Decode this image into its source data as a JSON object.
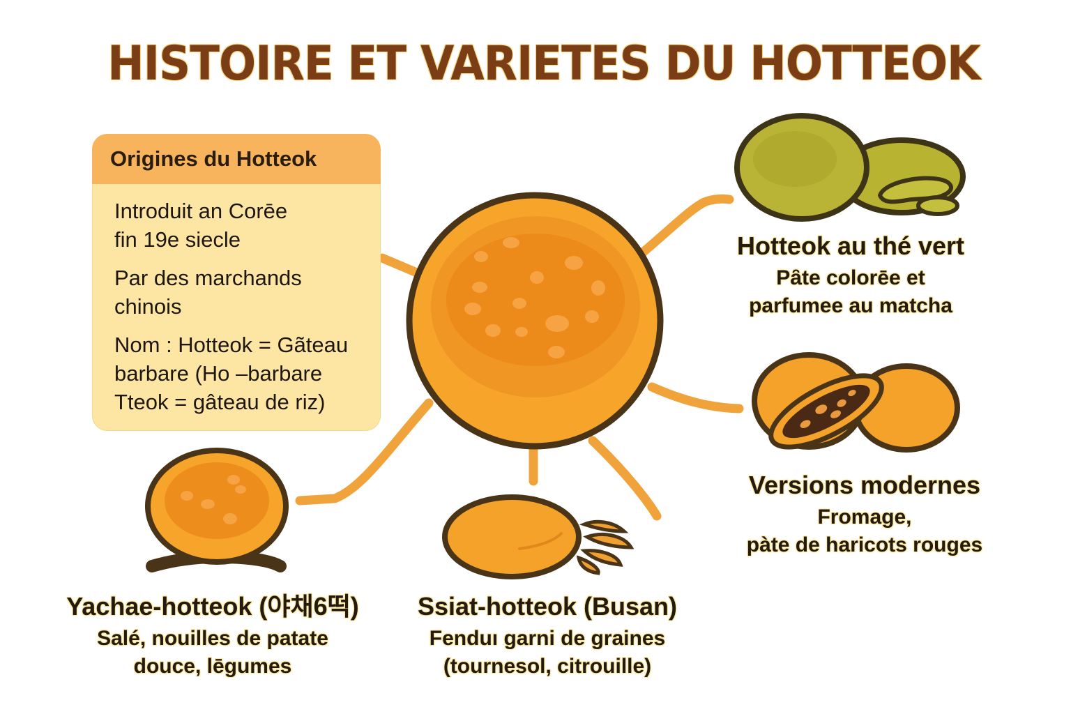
{
  "title": "HISTOIRE ET VARIETES DU HOTTEOK",
  "colors": {
    "title_brown": "#7a3d16",
    "connector_orange": "#f0a33a",
    "pancake_orange": "#f5a22a",
    "outline_brown": "#4a3417",
    "green_tea": "#b6b234",
    "box_header": "#f7b45c",
    "box_body": "#fde6a4"
  },
  "origins": {
    "heading": "Origines du Hotteok",
    "items": [
      "Introduit an Corēe\nfin 19e siecle",
      "Par des marchands\nchinois",
      "Nom : Hotteok = Gãteau\nbarbare (Ho –barbare\nTteok = gâteau de riz)"
    ]
  },
  "varieties": [
    {
      "id": "green-tea",
      "name": "Hotteok au thé vert",
      "description": "Pȃte colorēe et\nparfumee au matcha",
      "icon": "green-tea-hotteok-icon"
    },
    {
      "id": "modern",
      "name": "Versions modernes",
      "description": "Fromage,\npàte de haricots rouges",
      "icon": "filled-hotteok-icon"
    },
    {
      "id": "ssiat",
      "name": "Ssiat-hotteok (Busan)",
      "description": "Fenduı garni de graines\n(tournesol, citrouille)",
      "icon": "seed-hotteok-icon"
    },
    {
      "id": "yachae",
      "name": "Yachae-hotteok (야채6떡)",
      "description": "Salé, nouilles de patate\ndouce, lēgumes",
      "icon": "vegetable-hotteok-icon"
    }
  ],
  "center": {
    "icon": "hotteok-pancake-icon"
  }
}
